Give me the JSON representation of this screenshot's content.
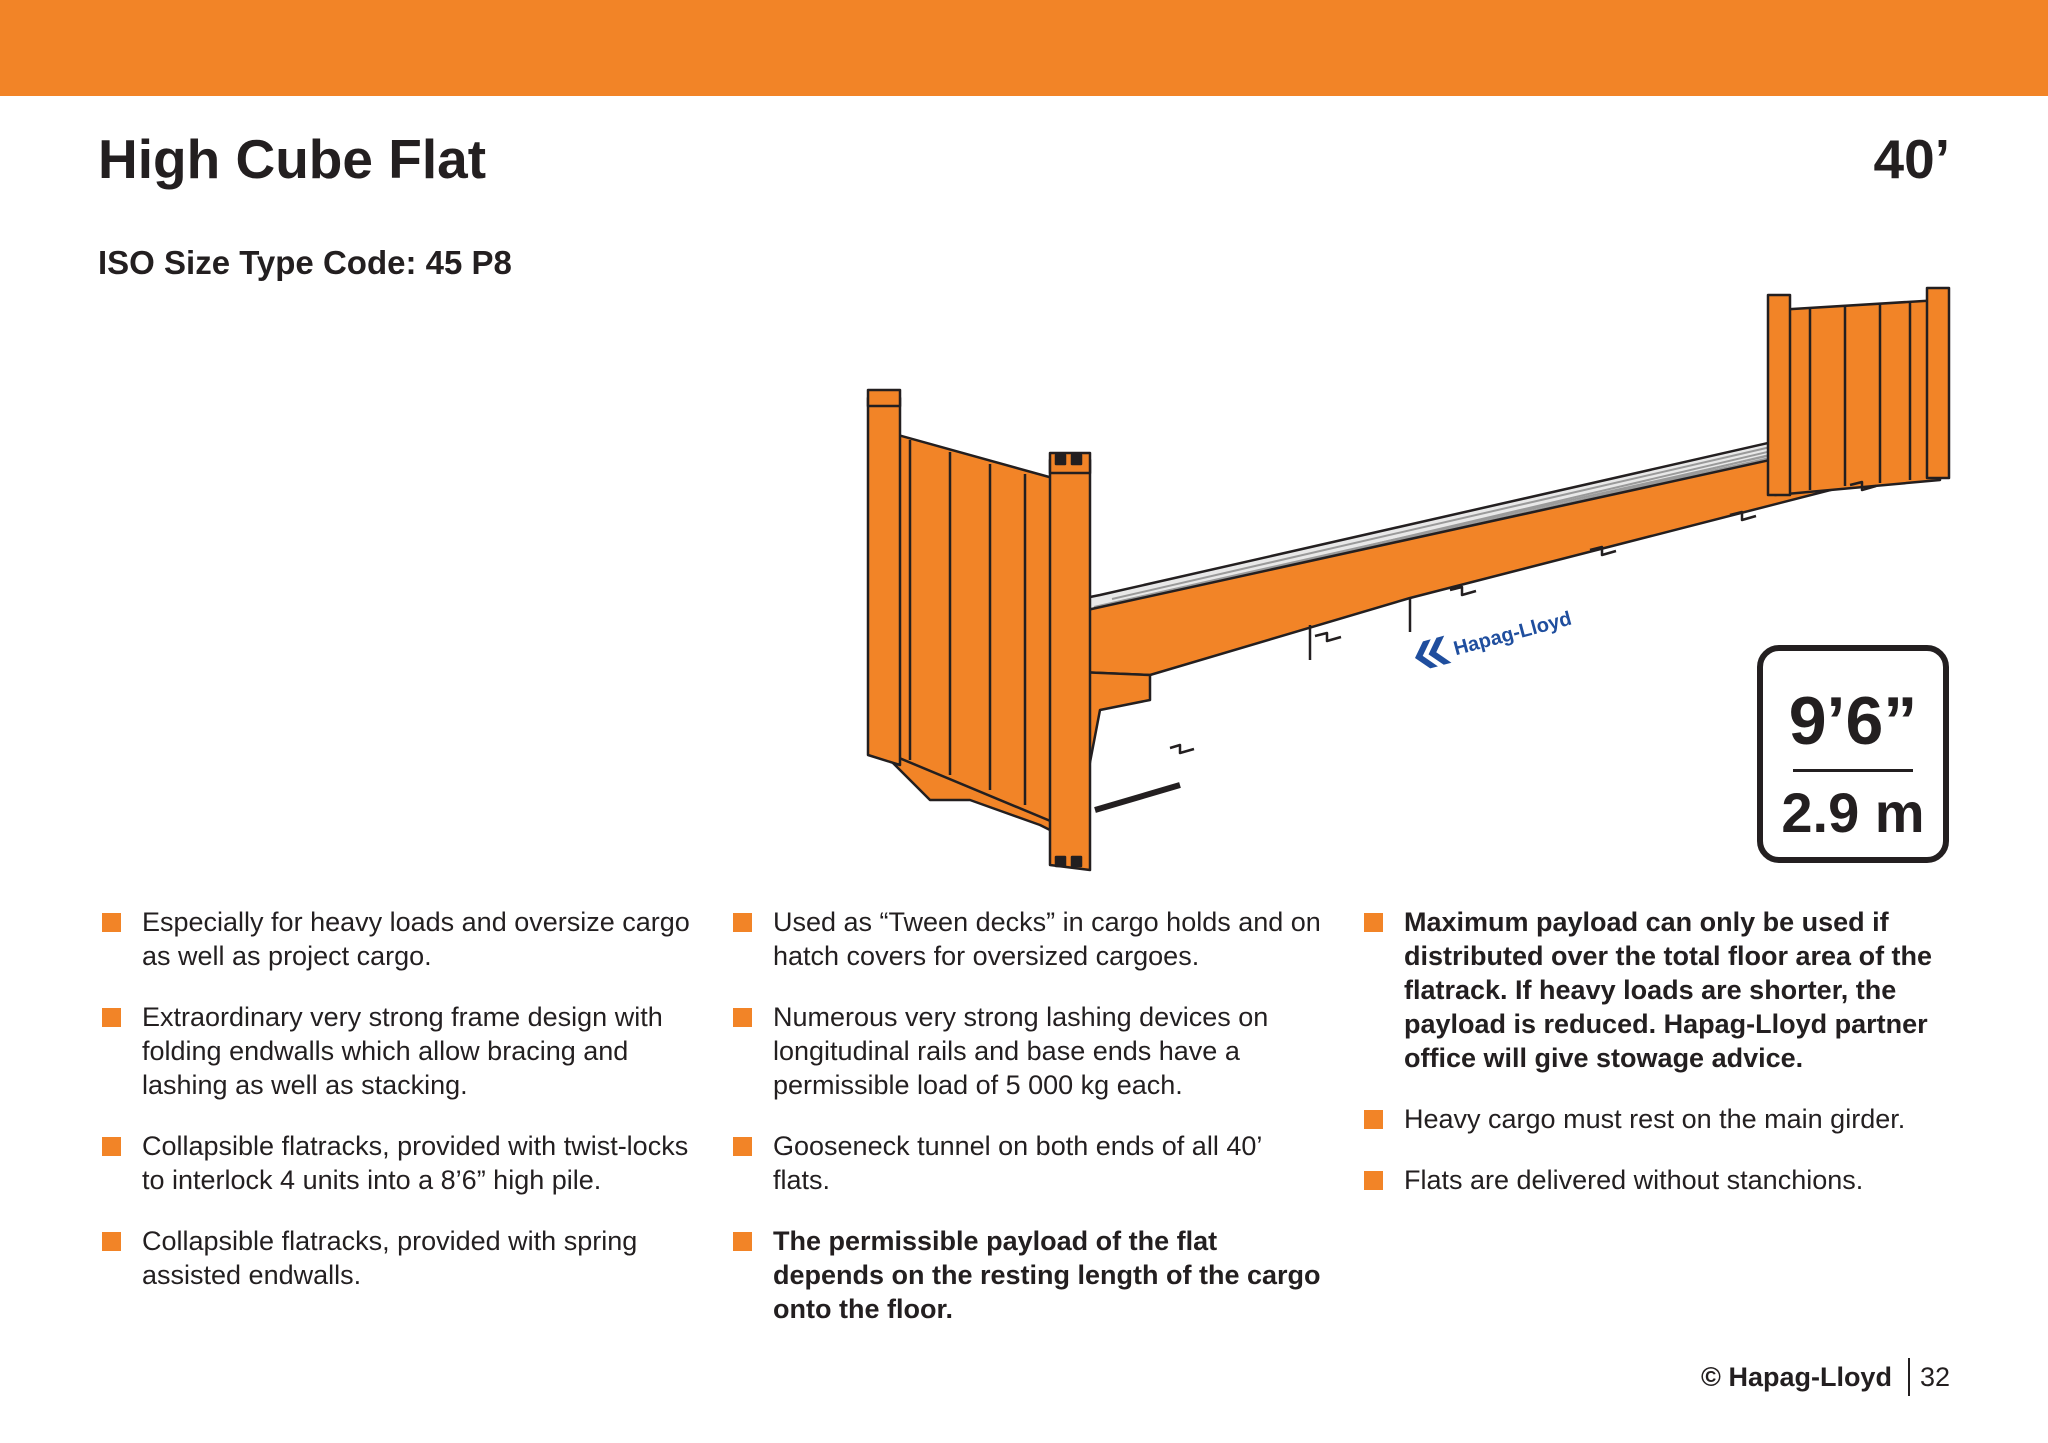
{
  "header": {
    "title": "High Cube Flat",
    "size_label": "40’",
    "iso_code": "ISO Size Type Code: 45 P8",
    "accent_color": "#f28427"
  },
  "illustration": {
    "logo_text": "Hapag-Lloyd",
    "container_color": "#f28427"
  },
  "height_badge": {
    "feet": "9’6”",
    "meters": "2.9 m"
  },
  "columns": [
    {
      "bullets": [
        {
          "text": "Especially for heavy loads and oversize cargo as well as project cargo.",
          "bold": false
        },
        {
          "text": "Extraordinary very strong frame design with folding endwalls which allow bracing and lashing as well as stacking.",
          "bold": false
        },
        {
          "text": "Collapsible flatracks, provided with twist-locks to interlock 4 units into a 8’6” high pile.",
          "bold": false
        },
        {
          "text": "Collapsible flatracks, provided with spring assisted endwalls.",
          "bold": false
        }
      ]
    },
    {
      "bullets": [
        {
          "text": "Used as “Tween decks” in cargo holds and on hatch covers for oversized cargoes.",
          "bold": false
        },
        {
          "text": "Numerous very strong lashing devices on longitudinal rails and base ends have a permissible load of 5 000 kg each.",
          "bold": false
        },
        {
          "text": "Gooseneck tunnel on both ends of all 40’ flats.",
          "bold": false
        },
        {
          "text": "The permissible payload of the flat depends on the resting length of the cargo onto the floor.",
          "bold": true
        }
      ]
    },
    {
      "bullets": [
        {
          "text": "Maximum payload can only be used if distributed over the total floor area of the flatrack. If heavy loads are shorter, the payload is reduced. Hapag-Lloyd partner office will give stowage advice.",
          "bold": true
        },
        {
          "text": "Heavy cargo must rest on the main girder.",
          "bold": false
        },
        {
          "text": "Flats are delivered without stanchions.",
          "bold": false
        }
      ]
    }
  ],
  "footer": {
    "copyright": "© Hapag-Lloyd",
    "page_number": "32"
  }
}
